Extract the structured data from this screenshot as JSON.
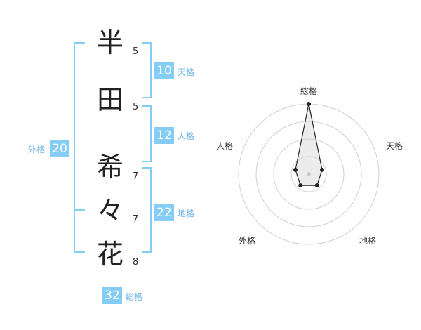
{
  "name": {
    "chars": [
      "半",
      "田",
      "希",
      "々",
      "花"
    ],
    "strokes": [
      "5",
      "5",
      "7",
      "7",
      "8"
    ]
  },
  "fortunes": {
    "tenkaku": {
      "value": "10",
      "label": "天格"
    },
    "jinkaku": {
      "value": "12",
      "label": "人格"
    },
    "chikaku": {
      "value": "22",
      "label": "地格"
    },
    "gaikaku": {
      "value": "20",
      "label": "外格"
    },
    "soukaku": {
      "value": "32",
      "label": "総格"
    }
  },
  "radar": {
    "labels": {
      "top": "総格",
      "right_top": "天格",
      "right_bottom": "地格",
      "left_bottom": "外格",
      "left_top": "人格"
    }
  },
  "chart_data": {
    "type": "radar",
    "categories": [
      "総格",
      "天格",
      "地格",
      "外格",
      "人格"
    ],
    "values": [
      5,
      1,
      1,
      1,
      1
    ],
    "ylim": [
      0,
      5
    ]
  }
}
